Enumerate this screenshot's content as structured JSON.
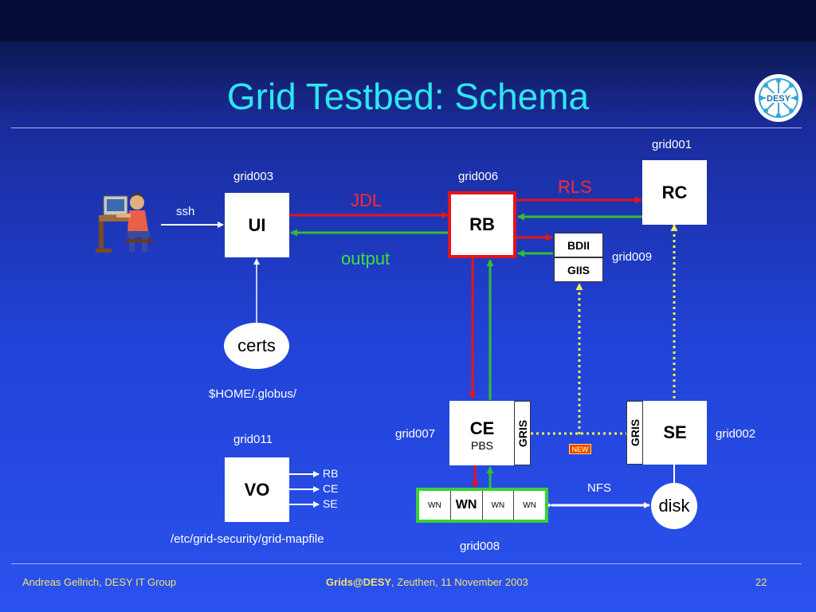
{
  "slide": {
    "title": "Grid Testbed: Schema",
    "logo_text": "DESY",
    "page_number": "22",
    "footer": {
      "left": "Andreas Gellrich, DESY IT Group",
      "center_bold": "Grids@DESY",
      "center_rest": ", Zeuthen, 11 November 2003"
    }
  },
  "hosts": {
    "ui": "grid003",
    "rb": "grid006",
    "rc": "grid001",
    "bdii": "grid009",
    "ce": "grid007",
    "se": "grid002",
    "vo": "grid011",
    "wn": "grid008"
  },
  "nodes": {
    "ui": "UI",
    "rb": "RB",
    "rc": "RC",
    "bdii": "BDII",
    "giis": "GIIS",
    "ce": "CE",
    "ce_sub": "PBS",
    "ce_gris": "GRIS",
    "se": "SE",
    "se_gris": "GRIS",
    "vo": "VO",
    "certs": "certs",
    "disk": "disk",
    "wn_cells": [
      "WN",
      "WN",
      "WN",
      "WN"
    ]
  },
  "labels": {
    "ssh": "ssh",
    "jdl": "JDL",
    "output": "output",
    "rls": "RLS",
    "home_globus": "$HOME/.globus/",
    "mapfile": "/etc/grid-security/grid-mapfile",
    "nfs": "NFS",
    "new_badge": "NEW",
    "vo_targets": [
      "RB",
      "CE",
      "SE"
    ]
  },
  "colors": {
    "request_arrow": "#e4141b",
    "return_arrow": "#2fbf2f",
    "info_link": "#f5ee58",
    "plain_arrow": "#ffffff",
    "title": "#2ee6f0",
    "footer": "#f2e36b"
  }
}
